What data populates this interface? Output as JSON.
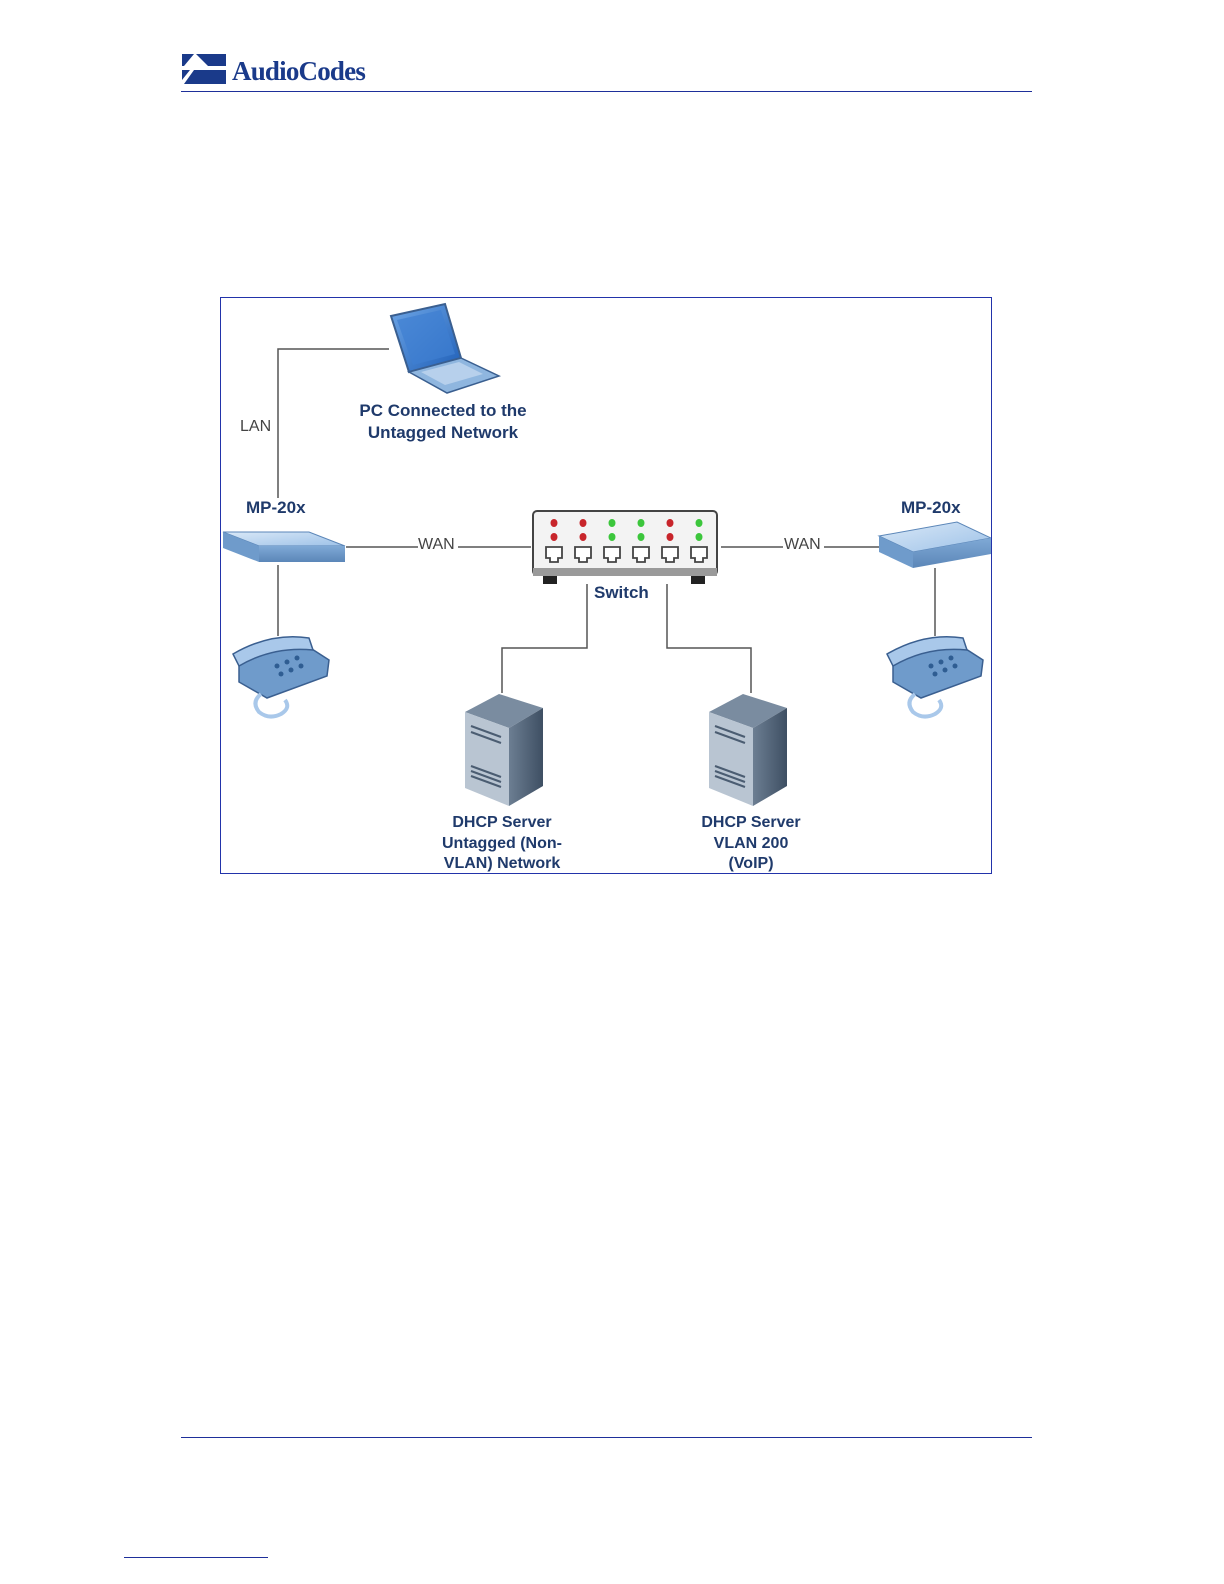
{
  "header": {
    "logo_text": "AudioCodes"
  },
  "figure": {
    "labels": {
      "pc": [
        "PC Connected to the",
        "Untagged Network"
      ],
      "lan": "LAN",
      "left_device": "MP-20x",
      "right_device": "MP-20x",
      "wan_left": "WAN",
      "wan_right": "WAN",
      "switch": "Switch",
      "dhcp_untagged": [
        "DHCP Server",
        "Untagged (Non-",
        "VLAN) Network"
      ],
      "dhcp_vlan": [
        "DHCP Server",
        "VLAN 200",
        "(VoIP)"
      ]
    },
    "switch_leds": [
      [
        "red",
        "red"
      ],
      [
        "red",
        "red"
      ],
      [
        "green",
        "green"
      ],
      [
        "green",
        "green"
      ],
      [
        "red",
        "red"
      ],
      [
        "green",
        "green"
      ]
    ],
    "colors": {
      "frame": "#2233aa",
      "device": "#8fb6df",
      "server": "#4b5d72",
      "label": "#1f3a6b",
      "line": "#555555",
      "led_red": "#c8252b",
      "led_green": "#3cc63c"
    }
  }
}
